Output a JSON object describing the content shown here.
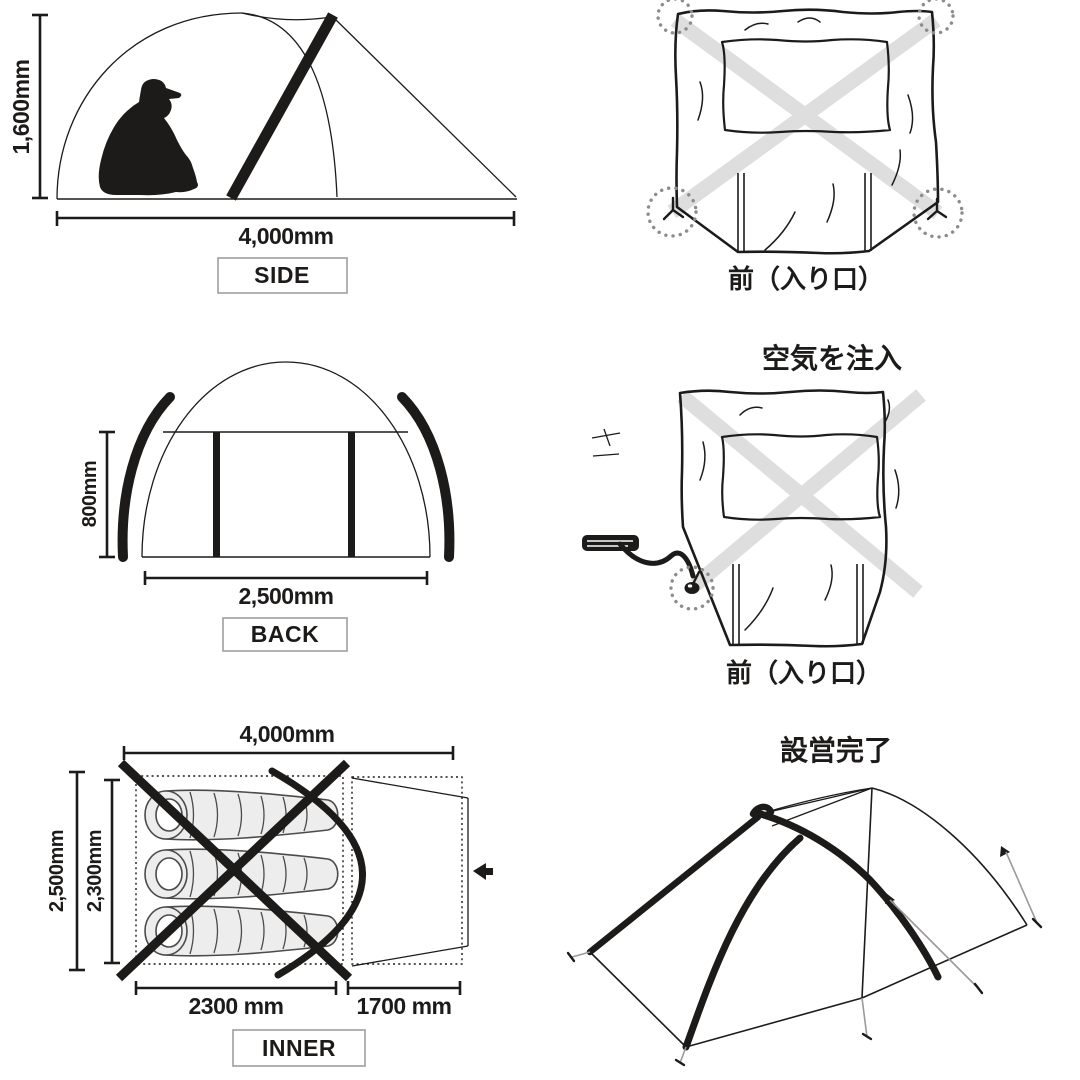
{
  "colors": {
    "ink": "#1d1b1a",
    "cross_gray": "#dedede",
    "dot_gray": "#8c8c8c",
    "guy_gray": "#9a9a9a",
    "bag_fill": "#ededed",
    "bag_stroke": "#4b4b4b",
    "box_border": "#9e9e9e"
  },
  "panels": {
    "side": {
      "height": "1,600mm",
      "width": "4,000mm",
      "caption": "SIDE"
    },
    "front": {
      "caption": "前（入り口）"
    },
    "back": {
      "height": "800mm",
      "width": "2,500mm",
      "caption": "BACK"
    },
    "inflate": {
      "title": "空気を注入",
      "caption": "前（入り口）"
    },
    "inner": {
      "total_width": "4,000mm",
      "outer_depth": "2,500mm",
      "inner_depth": "2,300mm",
      "inner_width": "2300 mm",
      "vestibule_depth": "1700 mm",
      "caption": "INNER"
    },
    "complete": {
      "title": "設営完了"
    }
  }
}
